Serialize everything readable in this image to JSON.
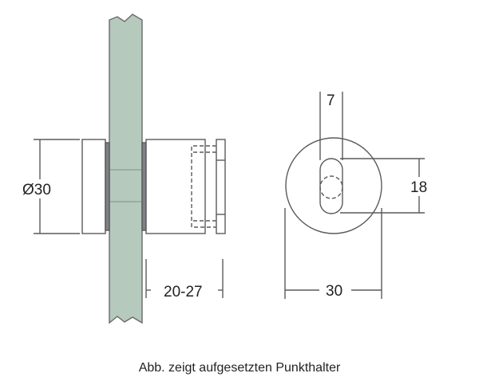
{
  "drawing": {
    "side_view": {
      "diameter_label": "Ø30",
      "glass_thickness_label": "20-27"
    },
    "front_view": {
      "slot_width_label": "7",
      "slot_length_label": "18",
      "outer_diameter_label": "30"
    },
    "caption": "Abb. zeigt aufgesetzten Punkthalter",
    "colors": {
      "glass": "#b5c9bd",
      "line": "#555555",
      "gasket": "#808088"
    }
  }
}
